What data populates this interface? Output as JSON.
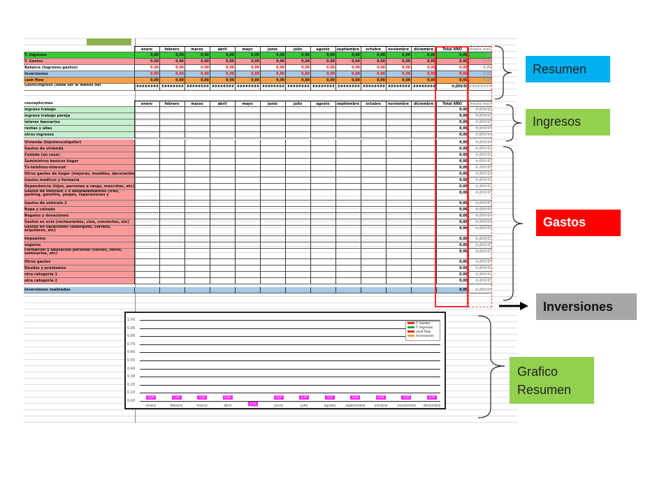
{
  "months": [
    "enero",
    "febrero",
    "marzo",
    "abril",
    "mayo",
    "junio",
    "julio",
    "agosto",
    "septiembre",
    "octubre",
    "noviembre",
    "diciembre"
  ],
  "total_header": "Total AÑO",
  "avg_header": "media mes",
  "resumen_rows": [
    {
      "label": "T. Ingresos",
      "value": "0,00",
      "total": "0,00",
      "avg": "0,00",
      "color": "#33cc33",
      "text": "#111"
    },
    {
      "label": "T. Gastos",
      "value": "0,00",
      "total": "0,00",
      "avg": "0,00",
      "color": "#ff9999",
      "text": "#111"
    },
    {
      "label": "Balance (ingresos-gastos)",
      "value": "0,00",
      "total": "0,00",
      "avg": "0,00",
      "color": "#ffffff",
      "text": "#ff0000"
    },
    {
      "label": "Inversiones",
      "value": "0,00",
      "total": "0,00",
      "avg": "0,00",
      "color": "#a8c8e8",
      "text": "#ff0000"
    },
    {
      "label": "cash flow",
      "value": "0,00",
      "total": "0,00",
      "avg": "0,00",
      "color": "#f6a04a",
      "text": "#111"
    }
  ],
  "gasto_ingreso_row": {
    "label": "Gasto/Ingreso (debe ser al menos del",
    "value": "########",
    "total": "#¡DIV/0!",
    "avg": "########"
  },
  "ingresos_header": "concepto/mes",
  "ingresos_rows": [
    "ingreso trabajo",
    "ingreso trabajo pareja",
    "interes bancarios",
    "rentas y alias",
    "otros ingresos"
  ],
  "gastos_rows": [
    "Vivienda (hipoteca/alquiler)",
    "Gastos de vivienda",
    "Comida (en casa)",
    "Suministros basicos hogar",
    "Tv-telefono-internet",
    "Otros gastos de hogar (mejoras, muebles, decoración)",
    "Gastos medicos y farmacia",
    "Dependencia (hijos, personas a cargo, mascotas, etc)",
    "Gastos de vehículo 1 o desplazamientos (tren, parking, gasolina, peajes, reparaciones y",
    "Gastos de vehículo 2",
    "Ropa y calzado",
    "Regalos y donaciones",
    "Gastos en ocio (restaurantes, cine, conciertos, etc)",
    "Gastos en vacaciones (albergues, correos, arquileres, etc)",
    "Impuestos",
    "seguros",
    "Formacion y educacion personal (cursos, libros, seminarios, etc)",
    "Otros gastos",
    "Deudas y prestamos",
    "otra categoria 1",
    "otra categoria 2"
  ],
  "inversiones_row": "Inversiones realizadas",
  "zero_value": "0,00",
  "div_error": "#¡DIV/0!",
  "chart": {
    "y_ticks": [
      "1,00",
      "0,90",
      "0,80",
      "0,70",
      "0,60",
      "0,50",
      "0,40",
      "0,30",
      "0,20",
      "0,10",
      "0,00"
    ],
    "legend": [
      {
        "name": "T. Gastos",
        "color": "#ff3333"
      },
      {
        "name": "T. Ingresos",
        "color": "#2f9f2f"
      },
      {
        "name": "cash flow",
        "color": "#cc3333"
      },
      {
        "name": "Inversiones",
        "color": "#f0a030"
      }
    ],
    "point_label": "0,00"
  },
  "chart_data": {
    "type": "line",
    "categories": [
      "enero",
      "febrero",
      "marzo",
      "abril",
      "mayo",
      "junio",
      "julio",
      "agosto",
      "septiembre",
      "octubre",
      "noviembre",
      "diciembre"
    ],
    "series": [
      {
        "name": "T. Gastos",
        "values": [
          0,
          0,
          0,
          0,
          0,
          0,
          0,
          0,
          0,
          0,
          0,
          0
        ]
      },
      {
        "name": "T. Ingresos",
        "values": [
          0,
          0,
          0,
          0,
          0,
          0,
          0,
          0,
          0,
          0,
          0,
          0
        ]
      },
      {
        "name": "cash flow",
        "values": [
          0,
          0,
          0,
          0,
          0,
          0,
          0,
          0,
          0,
          0,
          0,
          0
        ]
      },
      {
        "name": "Inversiones",
        "values": [
          0,
          0,
          0,
          0,
          0,
          0,
          0,
          0,
          0,
          0,
          0,
          0
        ]
      }
    ],
    "ylim": [
      0,
      1
    ],
    "grid": true,
    "legend": "top-right"
  },
  "callouts": {
    "resumen": {
      "text": "Resumen",
      "bg": "#00b0f0",
      "color": "#222222"
    },
    "ingresos": {
      "text": "Ingresos",
      "bg": "#92d050",
      "color": "#222222"
    },
    "gastos": {
      "text": "Gastos",
      "bg": "#ff0000",
      "color": "#ffffff"
    },
    "inversiones": {
      "text": "Inversiones",
      "bg": "#a6a6a6",
      "color": "#111111"
    },
    "grafico_line1": "Grafico",
    "grafico_line2": "Resumen",
    "grafico_bg": "#92d050"
  }
}
